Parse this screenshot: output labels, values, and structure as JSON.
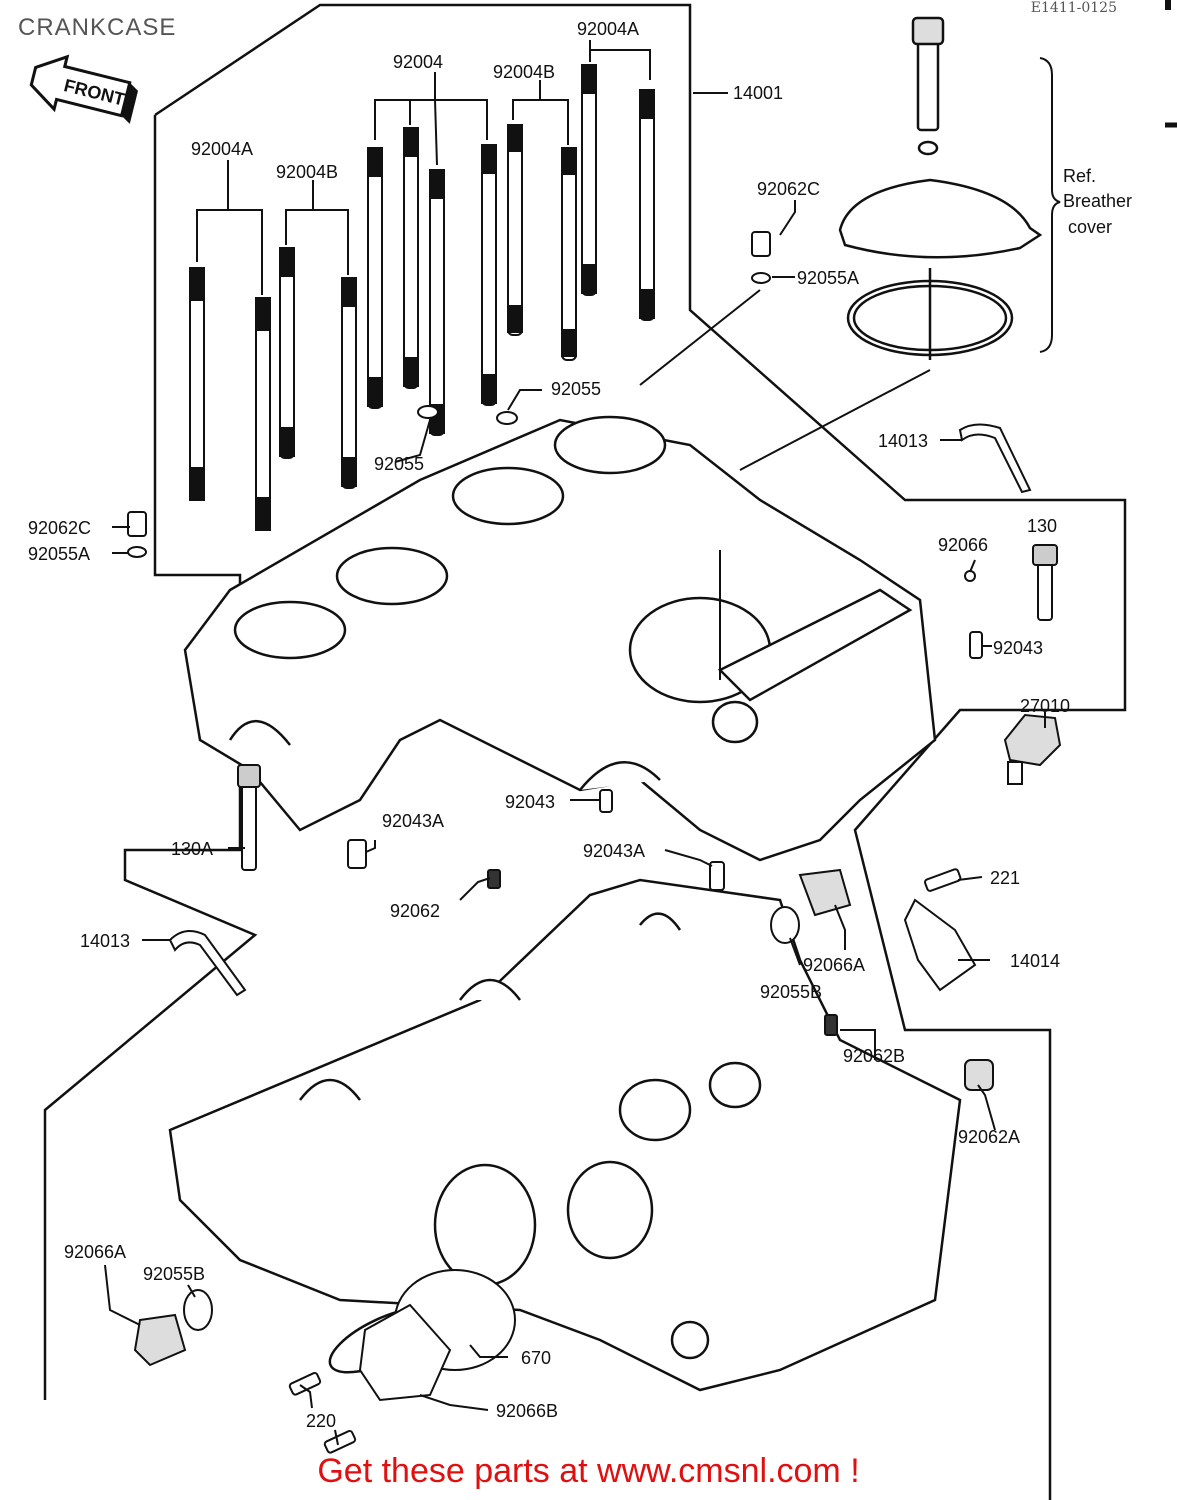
{
  "header": {
    "title": "CRANKCASE",
    "diagram_code": "E1411-0125"
  },
  "front_arrow_label": "FRONT",
  "callouts": [
    {
      "id": "c-92004A-top",
      "text": "92004A"
    },
    {
      "id": "c-92004",
      "text": "92004"
    },
    {
      "id": "c-92004B-top",
      "text": "92004B"
    },
    {
      "id": "c-14001",
      "text": "14001"
    },
    {
      "id": "c-92004A-left",
      "text": "92004A"
    },
    {
      "id": "c-92004B-left",
      "text": "92004B"
    },
    {
      "id": "c-92062C-top",
      "text": "92062C"
    },
    {
      "id": "c-92055A-top",
      "text": "92055A"
    },
    {
      "id": "c-92055-mid",
      "text": "92055"
    },
    {
      "id": "c-92055-low",
      "text": "92055"
    },
    {
      "id": "c-14013-top",
      "text": "14013"
    },
    {
      "id": "c-130",
      "text": "130"
    },
    {
      "id": "c-92066",
      "text": "92066"
    },
    {
      "id": "c-92062C-left",
      "text": "92062C"
    },
    {
      "id": "c-92055A-left",
      "text": "92055A"
    },
    {
      "id": "c-92043-right",
      "text": "92043"
    },
    {
      "id": "c-27010",
      "text": "27010"
    },
    {
      "id": "c-92043-mid",
      "text": "92043"
    },
    {
      "id": "c-130A",
      "text": "130A"
    },
    {
      "id": "c-92043A-left",
      "text": "92043A"
    },
    {
      "id": "c-92043A-mid",
      "text": "92043A"
    },
    {
      "id": "c-221",
      "text": "221"
    },
    {
      "id": "c-92062",
      "text": "92062"
    },
    {
      "id": "c-14013-left",
      "text": "14013"
    },
    {
      "id": "c-92066A-mid",
      "text": "92066A"
    },
    {
      "id": "c-14014",
      "text": "14014"
    },
    {
      "id": "c-92055B-mid",
      "text": "92055B"
    },
    {
      "id": "c-92062B",
      "text": "92062B"
    },
    {
      "id": "c-92062A",
      "text": "92062A"
    },
    {
      "id": "c-92066A-left",
      "text": "92066A"
    },
    {
      "id": "c-92055B-left",
      "text": "92055B"
    },
    {
      "id": "c-670",
      "text": "670"
    },
    {
      "id": "c-92066B",
      "text": "92066B"
    },
    {
      "id": "c-220",
      "text": "220"
    }
  ],
  "breather_note": [
    "Ref.",
    "Breather",
    "cover"
  ],
  "footer": {
    "promo_text": "Get these parts at www.cmsnl.com !",
    "promo_color": "#e01010"
  }
}
